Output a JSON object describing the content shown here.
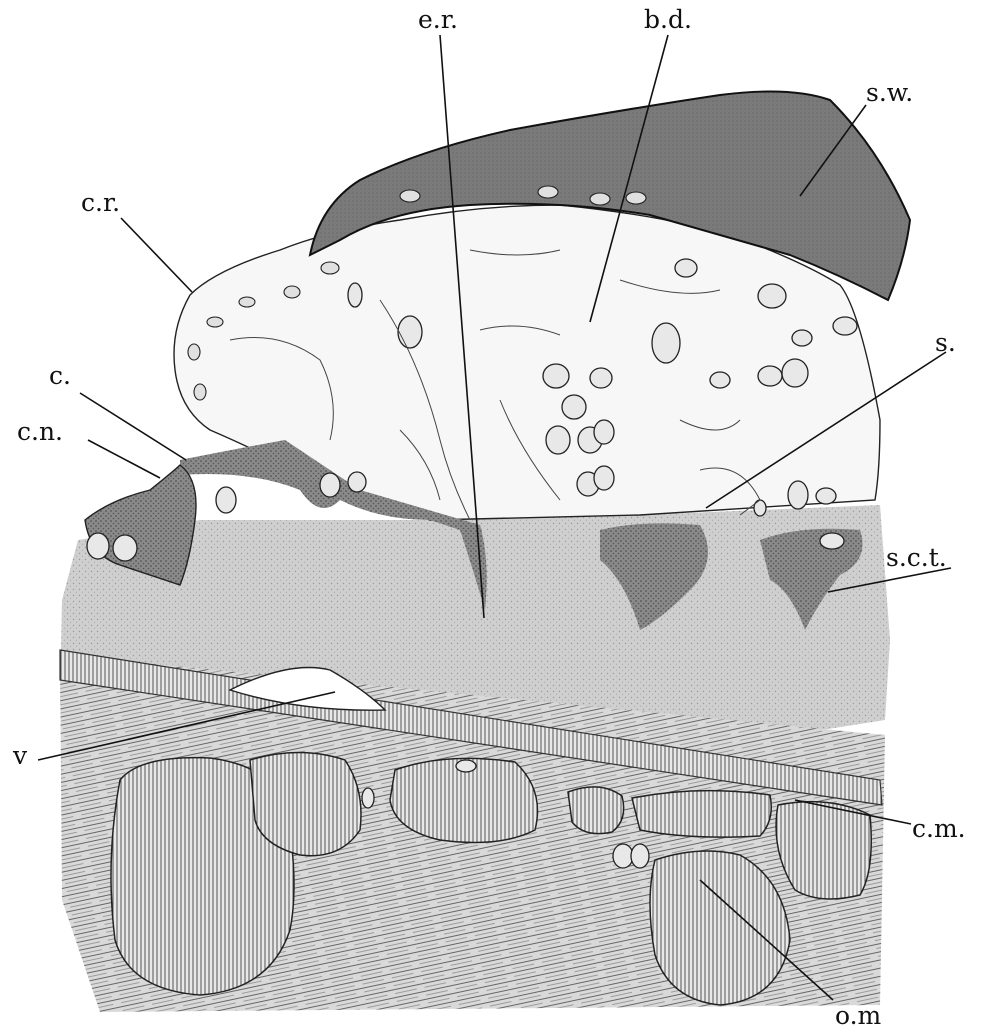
{
  "figure": {
    "colors": {
      "ink": "#111111",
      "cuticle_dark": "#6e6e6e",
      "connective_grey": "#cbcbcb",
      "cell_light": "#f7f7f7",
      "muscle_fill": "#bdbdbd",
      "background": "#ffffff"
    },
    "labels": {
      "er": "e.r.",
      "bd": "b.d.",
      "sw": "s.w.",
      "cr": "c.r.",
      "s": "s.",
      "c": "c.",
      "cn": "c.n.",
      "sct": "s.c.t.",
      "v": "v",
      "cm": "c.m.",
      "om": "o.m"
    }
  }
}
